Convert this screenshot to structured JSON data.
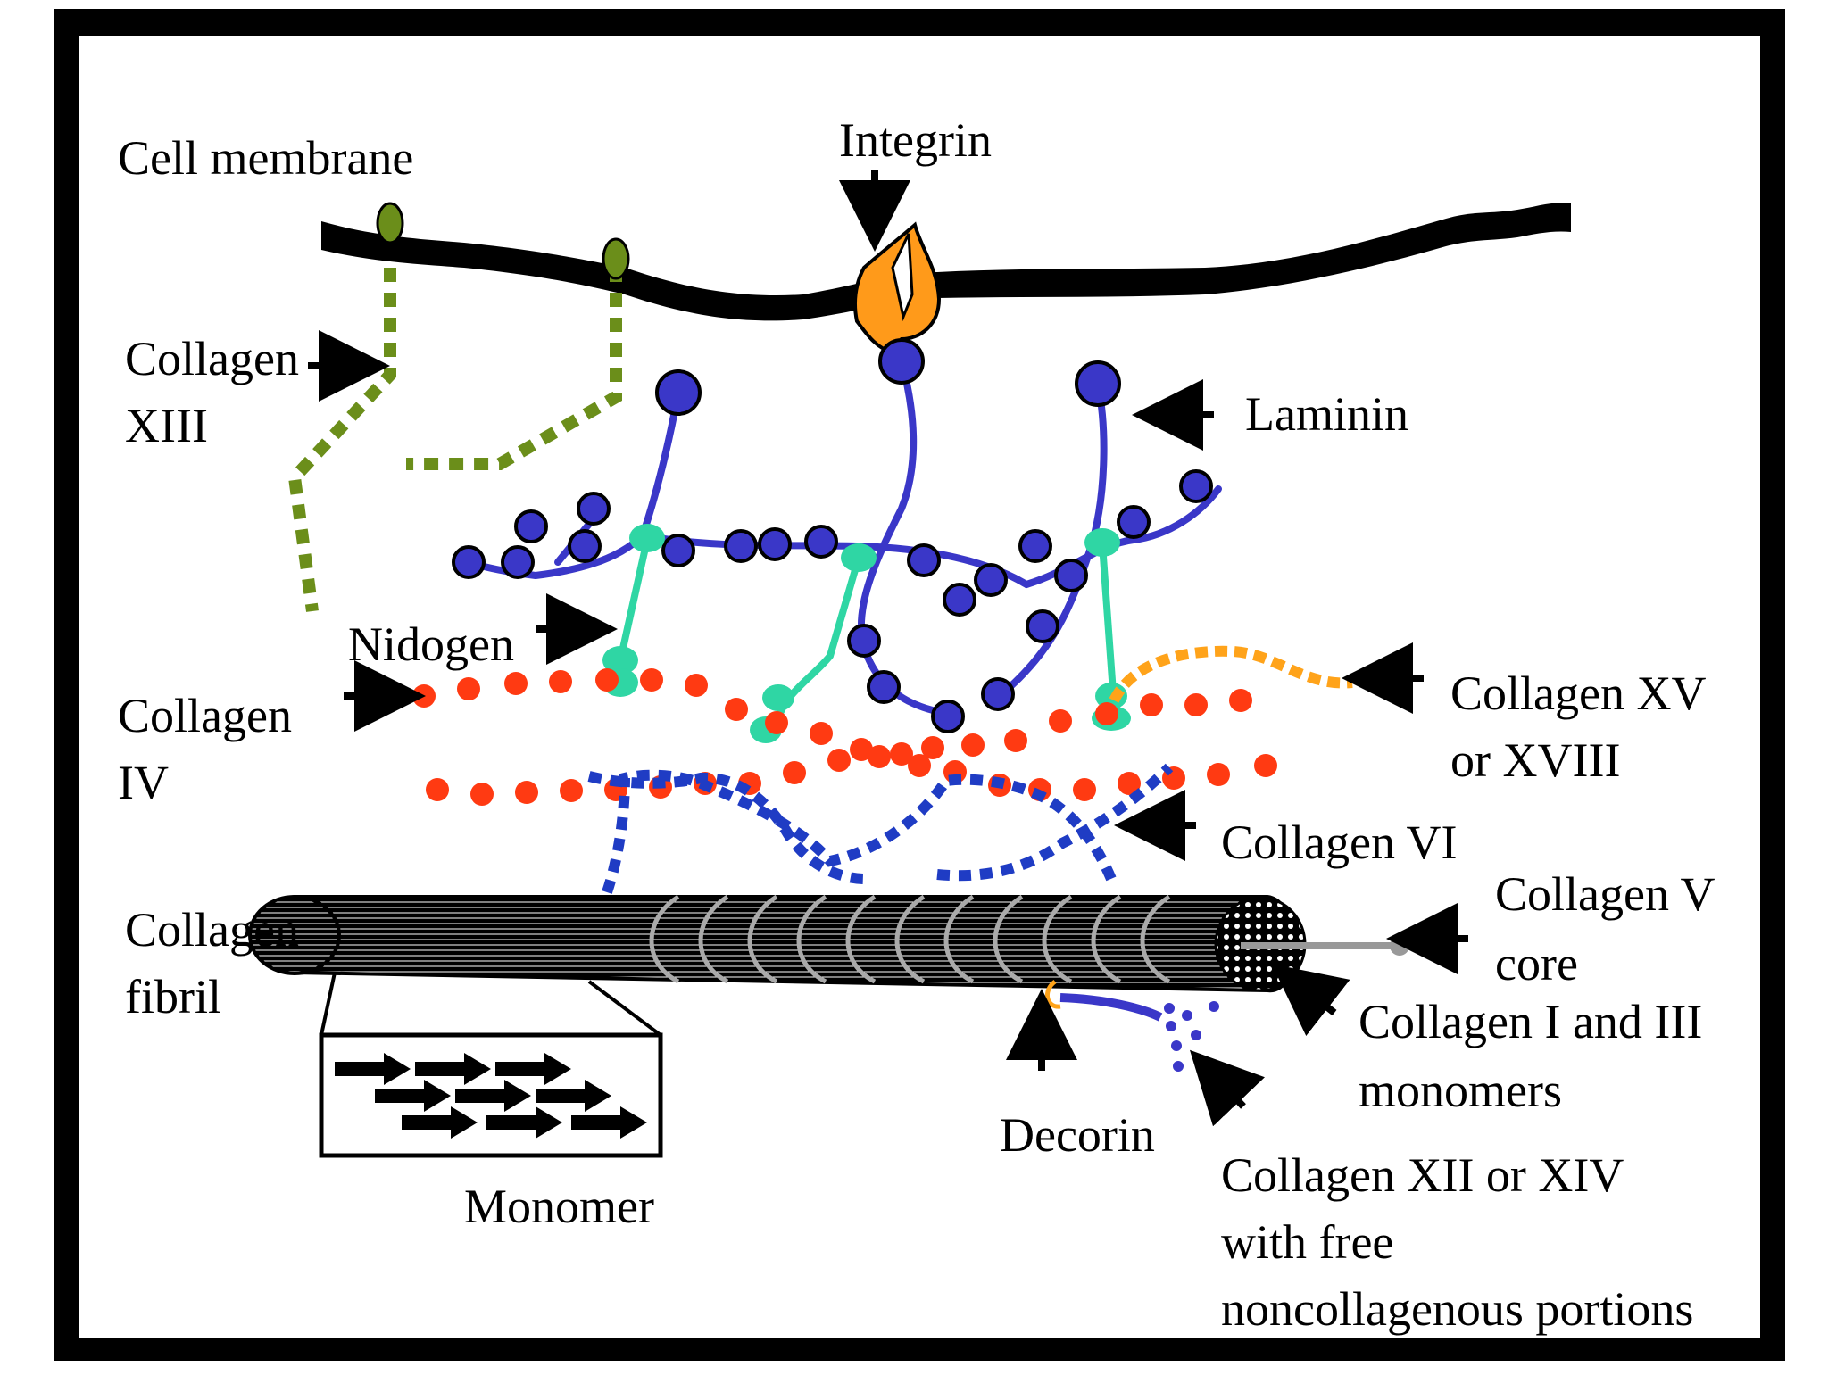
{
  "labels": {
    "cell_membrane": "Cell membrane",
    "integrin": "Integrin",
    "collagen_xiii_1": "Collagen",
    "collagen_xiii_2": "XIII",
    "laminin": "Laminin",
    "nidogen": "Nidogen",
    "collagen_iv_1": "Collagen",
    "collagen_iv_2": "IV",
    "collagen_xv_1": "Collagen XV",
    "collagen_xv_2": "or XVIII",
    "collagen_vi": "Collagen VI",
    "collagen_fibril_1": "Collagen",
    "collagen_fibril_2": "fibril",
    "collagen_v_1": "Collagen V",
    "collagen_v_2": "core",
    "collagen_i_iii_1": "Collagen I and III",
    "collagen_i_iii_2": "monomers",
    "decorin": "Decorin",
    "monomer": "Monomer",
    "collagen_xii_1": "Collagen XII or XIV",
    "collagen_xii_2": "with free",
    "collagen_xii_3": "noncollagenous portions"
  },
  "colors": {
    "membrane": "#000000",
    "collagen_xiii": "#6b8e1a",
    "integrin": "#ff9a1a",
    "laminin": "#3a37c8",
    "nidogen": "#2fd6a4",
    "collagen_iv": "#ff3a12",
    "collagen_xv": "#ffa31a",
    "collagen_vi": "#1f3cc4",
    "fibril": "#000000"
  }
}
